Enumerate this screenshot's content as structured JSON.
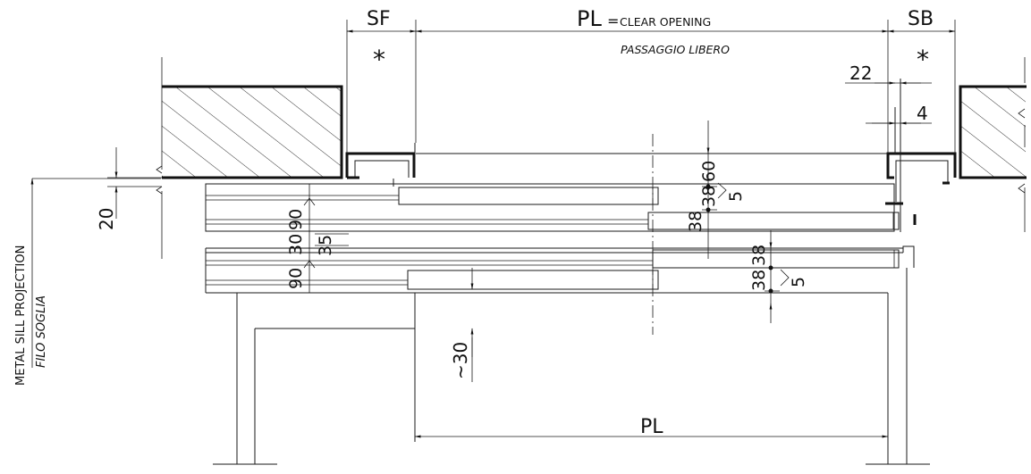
{
  "labels": {
    "sf": "SF",
    "sb": "SB",
    "pl_top": "PL",
    "equals": "=",
    "clear_opening": "CLEAR OPENING",
    "passaggio_libero": "PASSAGGIO LIBERO",
    "asterisk_left": "*",
    "asterisk_right": "*",
    "metal_sill": "METAL SILL PROJECTION",
    "filo_soglia": "FILO SOGLIA",
    "pl_bottom": "PL"
  },
  "dimensions": {
    "d22": "22",
    "d4": "4",
    "d20": "20",
    "d60": "60",
    "d38a": "38",
    "d38b": "38",
    "d5a": "5",
    "d90a": "90",
    "d30": "30",
    "d90b": "90",
    "d35": "35",
    "d38c": "38",
    "d38d": "38",
    "d5b": "5",
    "d30approx": "~30"
  }
}
